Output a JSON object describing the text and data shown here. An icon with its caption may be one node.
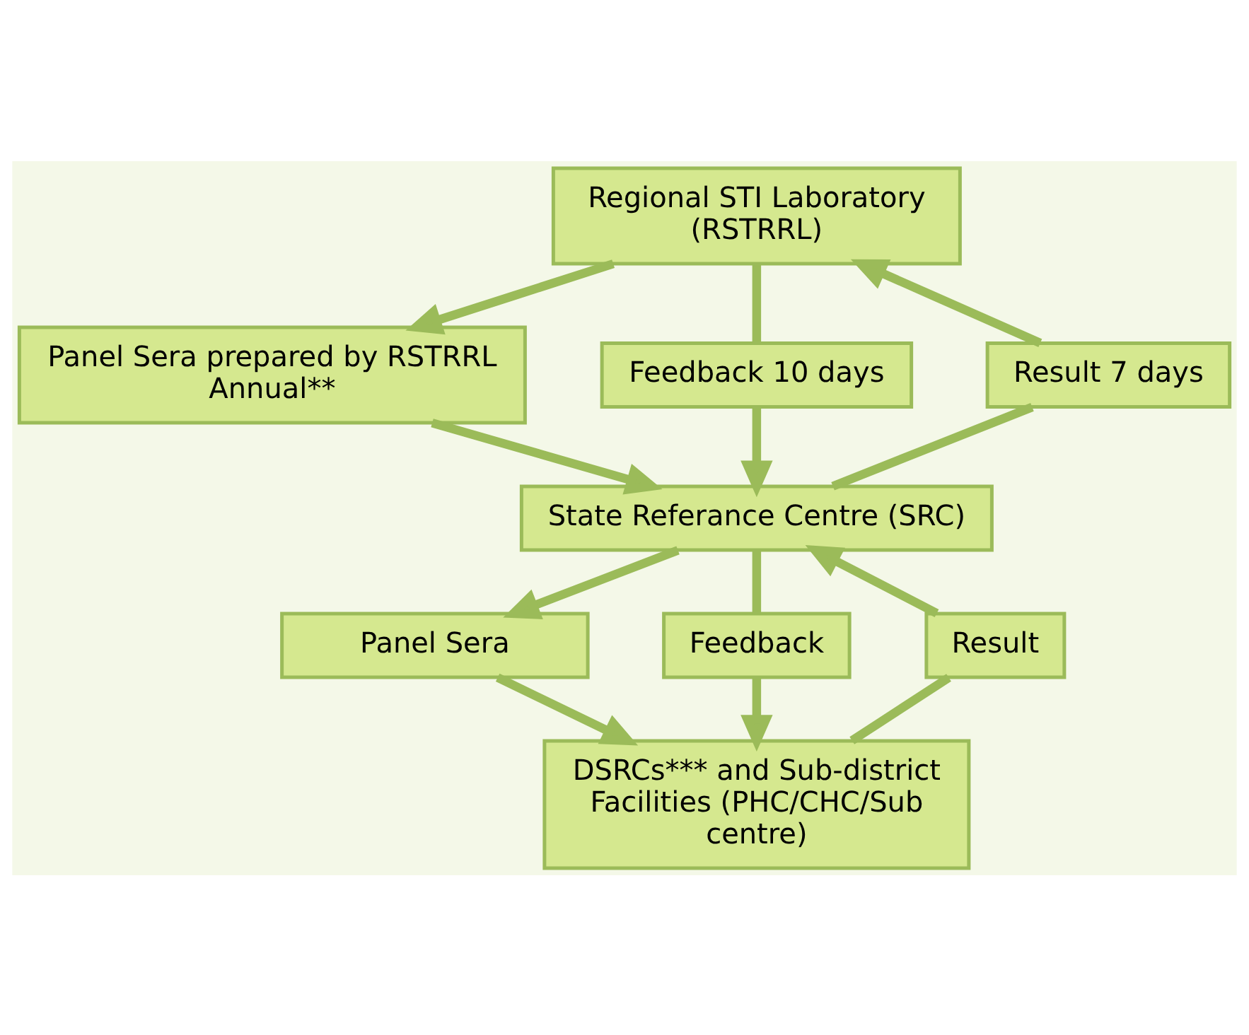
{
  "diagram": {
    "nodes": [
      {
        "text": [
          "Regional STI Laboratory (RSTRRL)"
        ]
      },
      {
        "text": [
          "Result 7 days"
        ]
      },
      {
        "text": [
          "Panel Sera prepared by RSTRRL Annual**"
        ]
      },
      {
        "text": [
          "Feedback 10 days"
        ]
      },
      {
        "text": [
          "State Referance Centre (SRC)"
        ]
      },
      {
        "text": [
          "Result"
        ]
      },
      {
        "text": [
          "Panel Sera"
        ]
      },
      {
        "text": [
          "Feedback"
        ]
      },
      {
        "text": [
          "DSRCs*** and Sub-district Facilities (PHC/CHC/Sub centre)"
        ]
      }
    ],
    "edges": [
      {
        "from": 4,
        "to": 1,
        "arrow": "none"
      },
      {
        "from": 1,
        "to": 0,
        "arrow": "to"
      },
      {
        "from": 0,
        "to": 2,
        "arrow": "to"
      },
      {
        "from": 0,
        "to": 3,
        "arrow": "none"
      },
      {
        "from": 2,
        "to": 4,
        "arrow": "to"
      },
      {
        "from": 3,
        "to": 4,
        "arrow": "to"
      },
      {
        "from": 8,
        "to": 5,
        "arrow": "none"
      },
      {
        "from": 5,
        "to": 4,
        "arrow": "to"
      },
      {
        "from": 4,
        "to": 6,
        "arrow": "to"
      },
      {
        "from": 4,
        "to": 7,
        "arrow": "none"
      },
      {
        "from": 6,
        "to": 8,
        "arrow": "to"
      },
      {
        "from": 7,
        "to": 8,
        "arrow": "to"
      }
    ]
  }
}
